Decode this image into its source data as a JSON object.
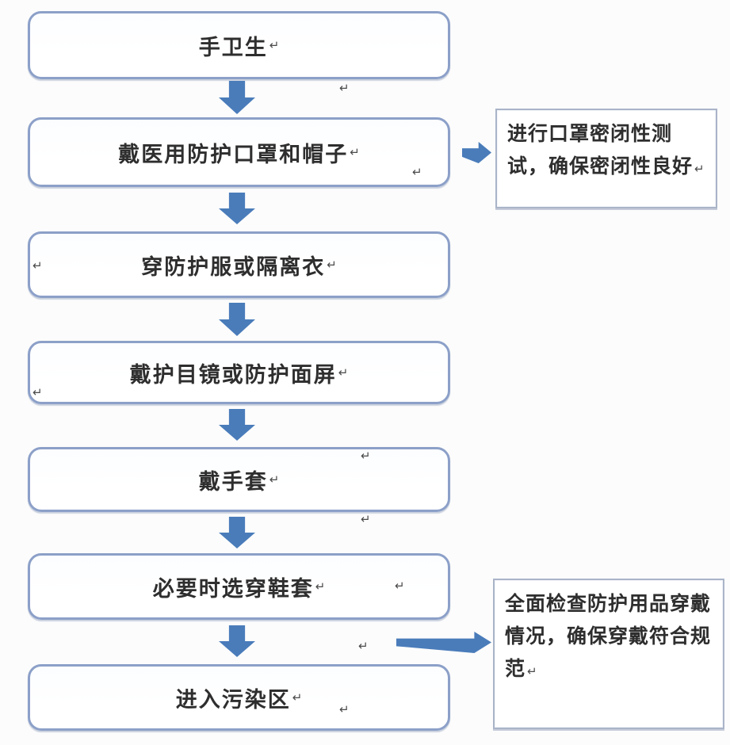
{
  "flowchart": {
    "title_hint": "PPE donning procedure flowchart (Chinese)",
    "steps": [
      {
        "label": "手卫生"
      },
      {
        "label": "戴医用防护口罩和帽子"
      },
      {
        "label": "穿防护服或隔离衣"
      },
      {
        "label": "戴护目镜或防护面屏"
      },
      {
        "label": "戴手套"
      },
      {
        "label": "必要时选穿鞋套"
      },
      {
        "label": "进入污染区"
      }
    ],
    "annotations": [
      {
        "text": "进行口罩密闭性测试，确保密闭性良好",
        "attached_to_step": 1
      },
      {
        "text": "全面检查防护用品穿戴情况，确保穿戴符合规范",
        "attached_to_step": 6
      }
    ]
  },
  "colors": {
    "arrow": "#4a7cba",
    "flow_box_border": "#8ca0c8",
    "annotation_border": "#aab4c8",
    "text": "#2e2e2e",
    "background": "#fcfcfc"
  },
  "icons": {
    "paragraph_mark": "↵"
  }
}
